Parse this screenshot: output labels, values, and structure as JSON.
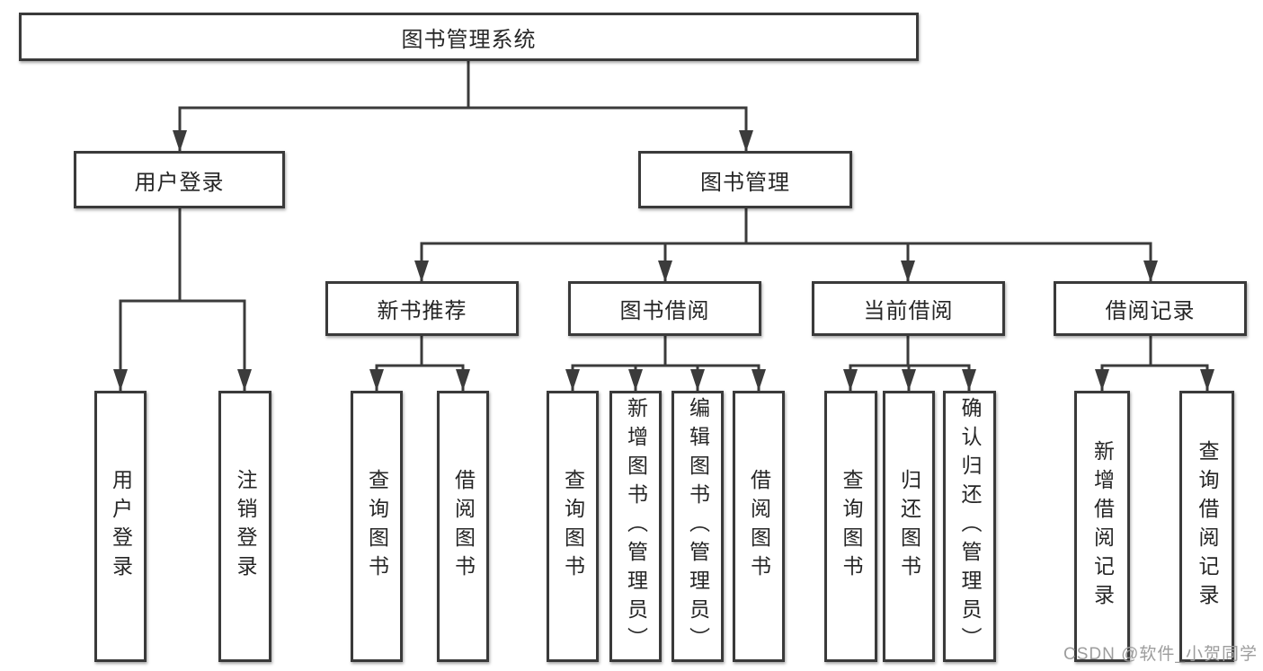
{
  "diagram": {
    "root": {
      "label": "图书管理系统",
      "children": [
        {
          "label": "用户登录",
          "children": [
            {
              "label": "用户登录"
            },
            {
              "label": "注销登录"
            }
          ]
        },
        {
          "label": "图书管理",
          "children": [
            {
              "label": "新书推荐",
              "children": [
                {
                  "label": "查询图书"
                },
                {
                  "label": "借阅图书"
                }
              ]
            },
            {
              "label": "图书借阅",
              "children": [
                {
                  "label": "查询图书"
                },
                {
                  "label": "新增图书（管理员）"
                },
                {
                  "label": "编辑图书（管理员）"
                },
                {
                  "label": "借阅图书"
                }
              ]
            },
            {
              "label": "当前借阅",
              "children": [
                {
                  "label": "查询图书"
                },
                {
                  "label": "归还图书"
                },
                {
                  "label": "确认归还（管理员）"
                }
              ]
            },
            {
              "label": "借阅记录",
              "children": [
                {
                  "label": "新增借阅记录"
                },
                {
                  "label": "查询借阅记录"
                }
              ]
            }
          ]
        }
      ]
    }
  },
  "watermark": {
    "text": "CSDN @软件_小贺同学"
  },
  "colors": {
    "line": "#3b3b3b",
    "border": "#3a3a3a",
    "text": "#262626",
    "watermark": "#9d9d9d",
    "background": "#ffffff"
  }
}
